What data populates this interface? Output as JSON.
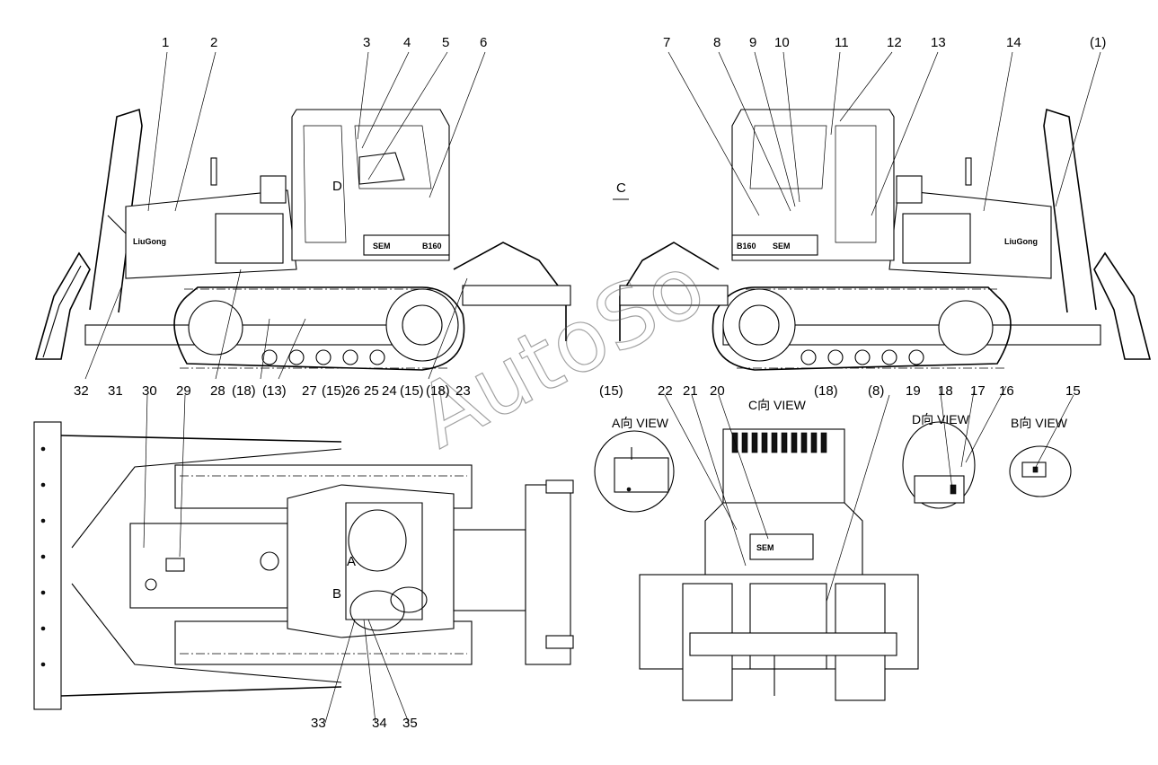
{
  "brand": {
    "logo_text": "LiuGong",
    "model_badge": "B160",
    "maker_badge": "SEM",
    "watermark": "AutoSo"
  },
  "view_labels": {
    "top_letter_c": "C",
    "letter_d": "D",
    "letter_a": "A",
    "letter_b": "B",
    "view_a": "A向 VIEW",
    "view_c": "C向 VIEW",
    "view_d": "D向 VIEW",
    "view_b": "B向 VIEW"
  },
  "callouts": {
    "top_left": [
      "1",
      "2",
      "3",
      "4",
      "5",
      "6"
    ],
    "top_right": [
      "7",
      "8",
      "9",
      "10",
      "11",
      "12",
      "13",
      "14",
      "(1)"
    ],
    "mid_left": [
      "32",
      "31",
      "30",
      "29",
      "28",
      "(18)",
      "(13)",
      "27",
      "(15)",
      "26",
      "25",
      "24",
      "(15)",
      "(18)",
      "23"
    ],
    "mid_right": [
      "(15)",
      "22",
      "21",
      "20",
      "(18)",
      "(8)",
      "19",
      "18",
      "17",
      "16",
      "15"
    ],
    "bottom": [
      "33",
      "34",
      "35"
    ]
  },
  "colors": {
    "line": "#000000",
    "background": "#ffffff",
    "watermark": "#555555"
  }
}
